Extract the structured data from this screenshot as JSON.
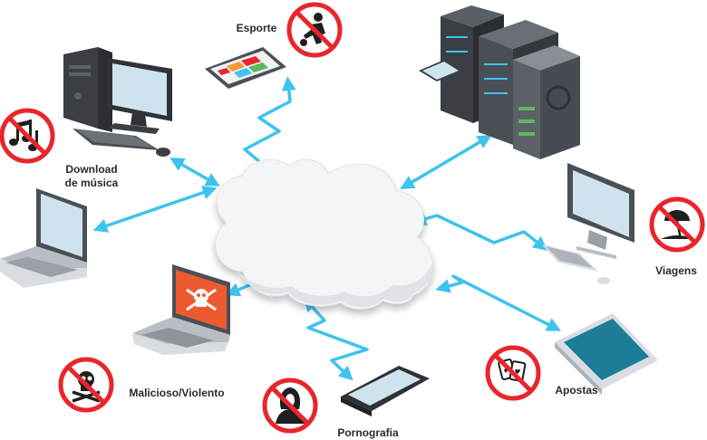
{
  "labels": {
    "sports": "Esporte",
    "music_line1": "Download",
    "music_line2": "de música",
    "travel": "Viagens",
    "malicious": "Malicioso/Violento",
    "porn": "Pornografia",
    "betting": "Apostas"
  },
  "colors": {
    "link": "#3ec3ee",
    "prohibit_red": "#e8262b",
    "cloud": "#f4f5f7",
    "cloud_shade": "#d9dde2",
    "device_dark": "#3b3f44",
    "screen_blue": "#cfe3ef"
  },
  "icons": [
    "cloud-icon",
    "desktop-computer-icon",
    "tablet-icon",
    "server-rack-icon",
    "laptop-icon",
    "monitor-icon",
    "malware-laptop-icon",
    "smartphone-icon",
    "music-note-icon",
    "soccer-player-icon",
    "beach-umbrella-icon",
    "skull-crossbones-icon",
    "woman-silhouette-icon",
    "playing-cards-icon",
    "prohibited-icon"
  ]
}
